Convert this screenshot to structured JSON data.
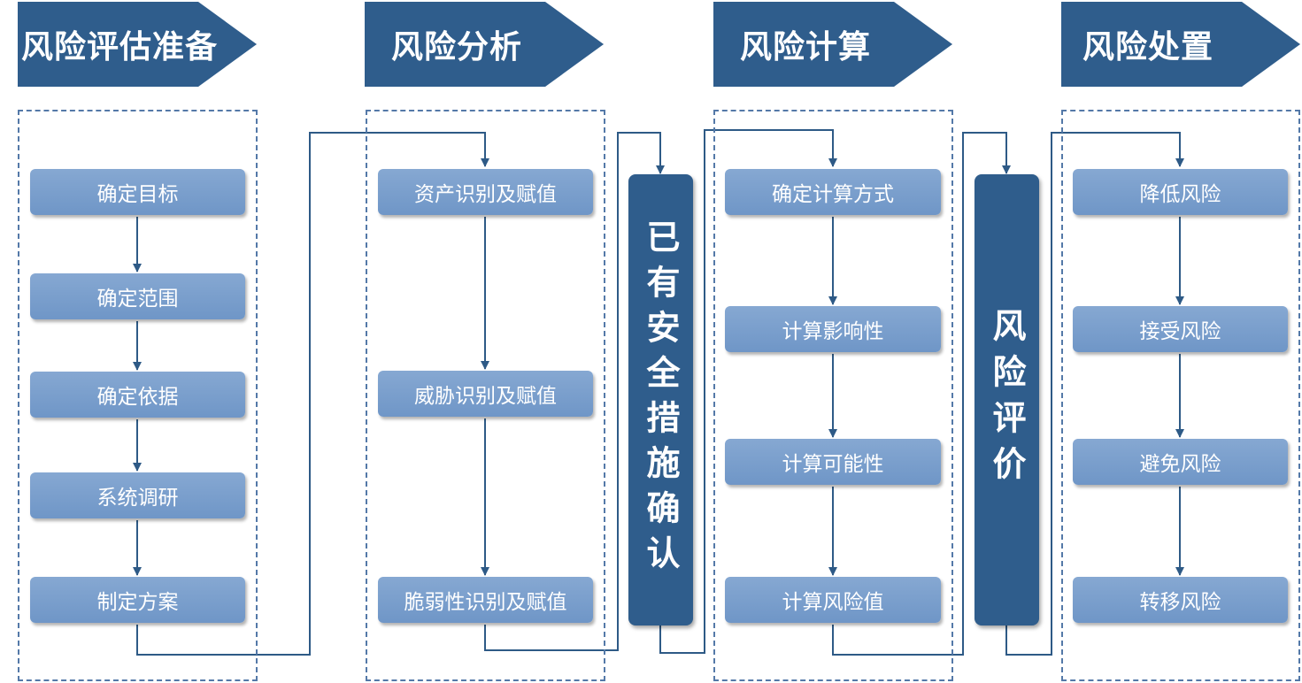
{
  "colors": {
    "header": "#2f5d8c",
    "step": "#7a9fcd",
    "pillar": "#2f5d8c",
    "line": "#2e5a86",
    "dash": "#5479a8"
  },
  "headers": [
    "风险评估准备",
    "风险分析",
    "风险计算",
    "风险处置"
  ],
  "groups": {
    "prep": [
      "确定目标",
      "确定范围",
      "确定依据",
      "系统调研",
      "制定方案"
    ],
    "analysis": [
      "资产识别及赋值",
      "威胁识别及赋值",
      "脆弱性识别及赋值"
    ],
    "calc": [
      "确定计算方式",
      "计算影响性",
      "计算可能性",
      "计算风险值"
    ],
    "disposal": [
      "降低风险",
      "接受风险",
      "避免风险",
      "转移风险"
    ]
  },
  "pillars": {
    "safety": "已有安全措施确认",
    "evaluation": "风险评价"
  }
}
